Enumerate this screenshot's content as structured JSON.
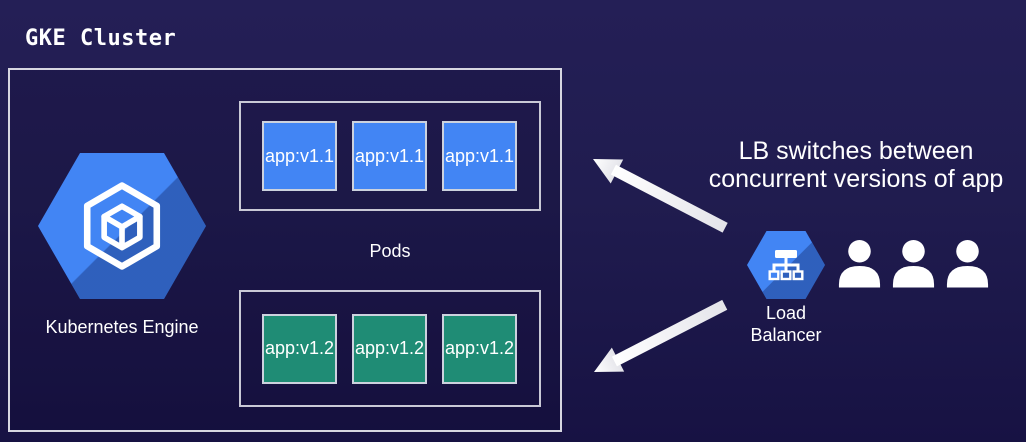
{
  "title": "GKE Cluster",
  "cluster": {
    "engine": {
      "label": "Kubernetes Engine",
      "icon": "kubernetes-engine-hexagon-cube-icon"
    },
    "pods_label": "Pods",
    "pod_groups": [
      {
        "version": "v1.1",
        "color": "#4285f4",
        "pods": [
          "app:v1.1",
          "app:v1.1",
          "app:v1.1"
        ]
      },
      {
        "version": "v1.2",
        "color": "#1f8c75",
        "pods": [
          "app:v1.2",
          "app:v1.2",
          "app:v1.2"
        ]
      }
    ]
  },
  "load_balancer": {
    "label": "Load Balancer",
    "icon": "load-balancer-hexagon-icon"
  },
  "annotation": {
    "line1": "LB switches between",
    "line2": "concurrent versions of app"
  },
  "users": {
    "count": 3,
    "icon": "user-icon"
  },
  "colors": {
    "background": "#1e1a4d",
    "app_v1_blue": "#4285f4",
    "app_v2_green": "#1f8c75",
    "gcp_hexagon_blue": "#4285f4",
    "box_border": "#d7d7e1",
    "text": "#ffffff"
  }
}
